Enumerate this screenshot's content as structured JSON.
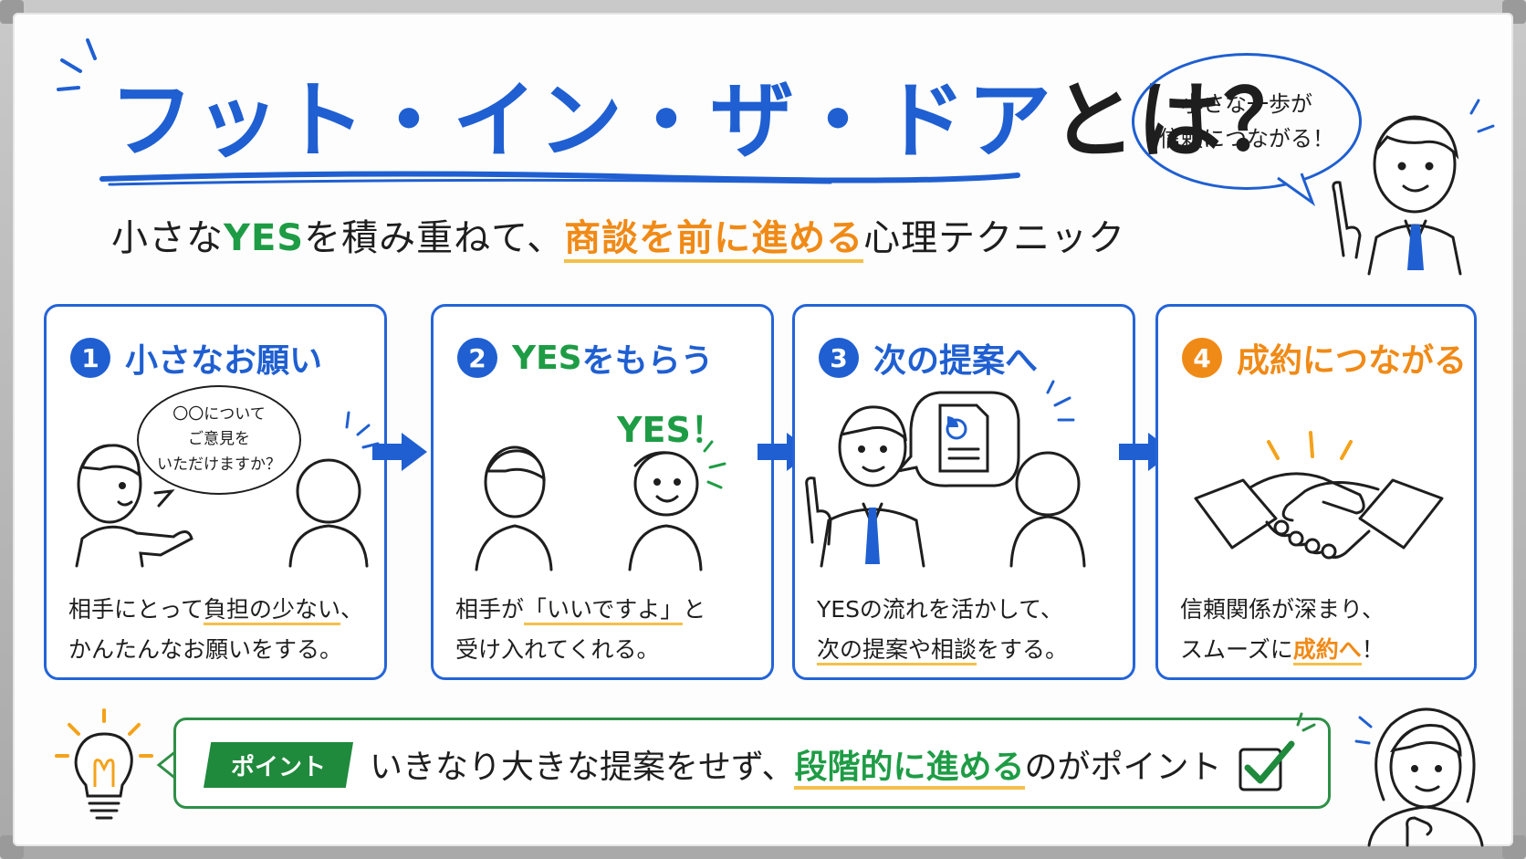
{
  "title": {
    "blue": "フット・イン・ザ・ドア",
    "dark": "とは？"
  },
  "subtitle": {
    "p1": "小さな",
    "yes": "YES",
    "p2": "を積み重ねて、",
    "highlight": "商談を前に進める",
    "p3": "心理テクニック"
  },
  "speech_top": {
    "line1": "小さな一歩が",
    "line2": "信頼につながる！"
  },
  "steps": [
    {
      "num": "1",
      "title": "小さなお願い",
      "speech": [
        "〇〇について",
        "ご意見を",
        "いただけますか？"
      ],
      "desc1_a": "相手にとって",
      "desc1_b": "負担の少ない",
      "desc1_c": "、",
      "desc2": "かんたんなお願いをする。",
      "color": "#1f5fd1"
    },
    {
      "num": "2",
      "title_yes": "YES",
      "title_rest": "をもらう",
      "yes_label": "YES！",
      "desc1_a": "相手が",
      "desc1_b": "「いいですよ」",
      "desc1_c": "と",
      "desc2": "受け入れてくれる。",
      "color": "#1f5fd1"
    },
    {
      "num": "3",
      "title": "次の提案へ",
      "desc1": "YESの流れを活かして、",
      "desc2_a": "次の提案や相談",
      "desc2_b": "をする。",
      "color": "#1f5fd1"
    },
    {
      "num": "4",
      "title": "成約につながる",
      "desc1": "信頼関係が深まり、",
      "desc2_a": "スムーズに",
      "desc2_b": "成約へ",
      "desc2_c": "！",
      "color": "#f08a16"
    }
  ],
  "point": {
    "tag": "ポイント",
    "p1": "いきなり大きな提案をせず、",
    "highlight": "段階的に進める",
    "p2": "のがポイント"
  },
  "colors": {
    "blue": "#1f5fd1",
    "green": "#1e9c45",
    "orange": "#f08a16",
    "yellow": "#f4c04a"
  }
}
